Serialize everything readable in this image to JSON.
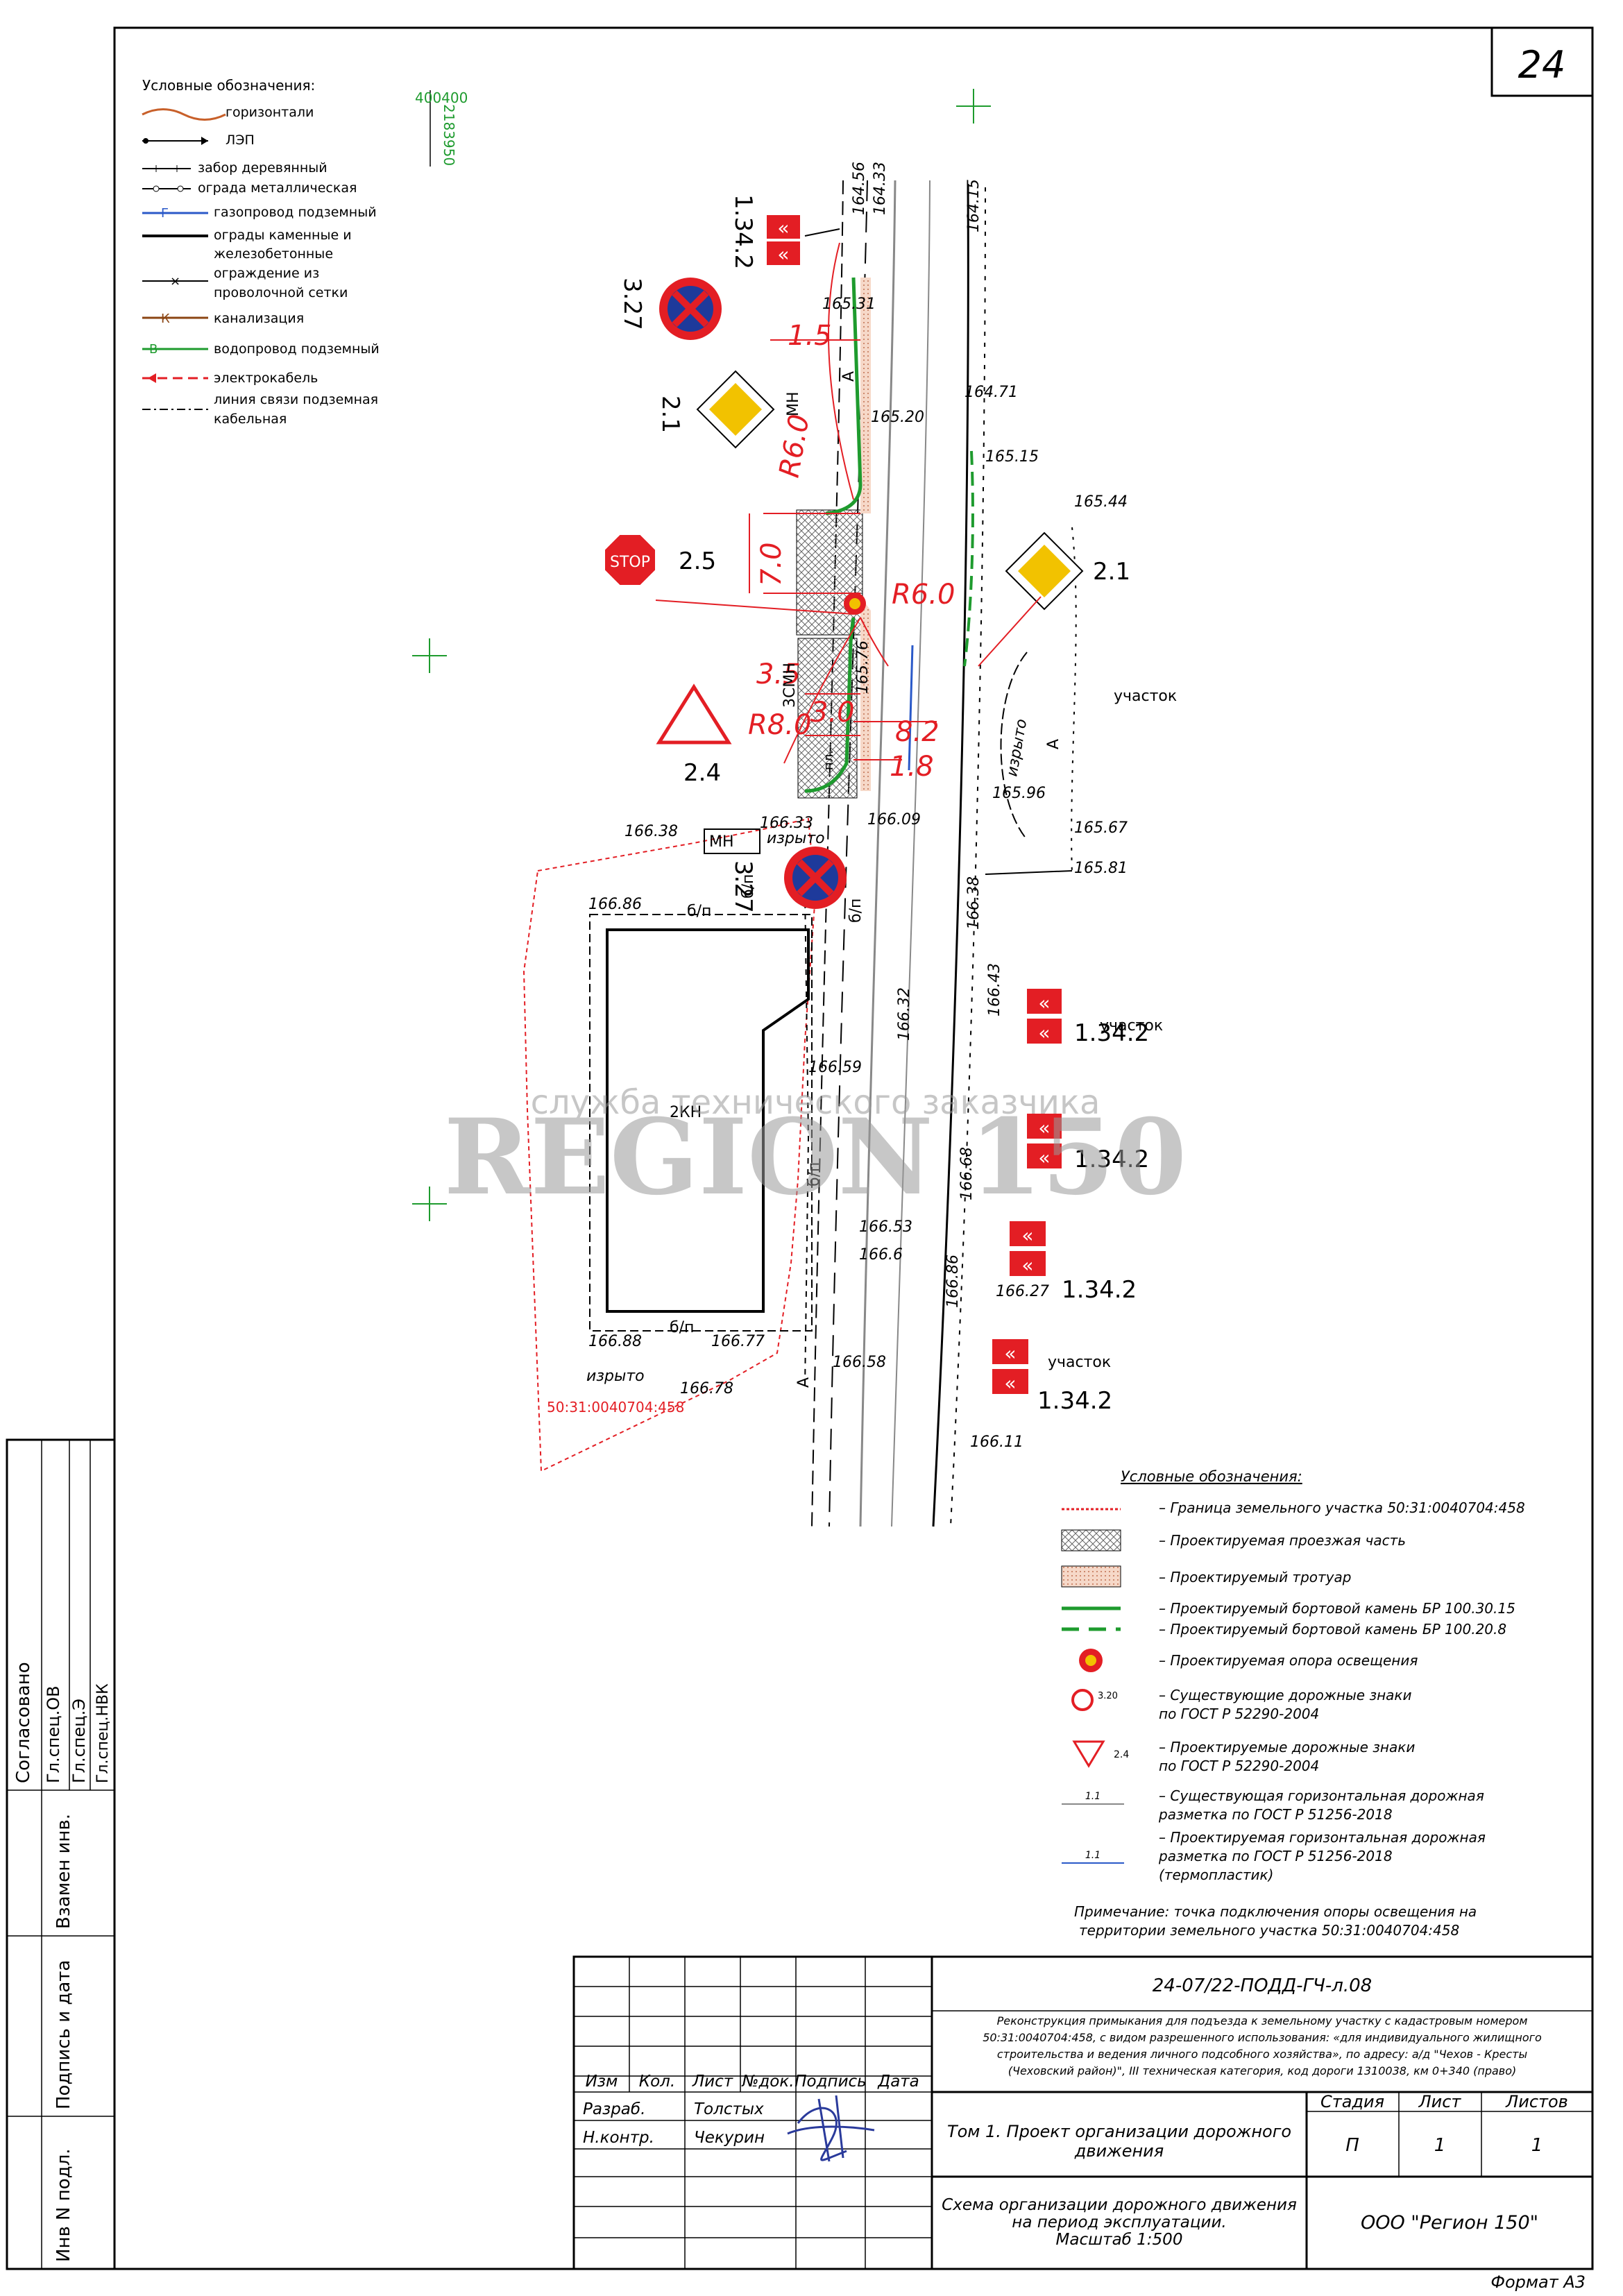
{
  "sheet_number": "24",
  "top_coords": [
    "400400",
    "2183950"
  ],
  "legend_top": {
    "title": "Условные обозначения:",
    "items": [
      {
        "label": "горизонтали"
      },
      {
        "label": "ЛЭП"
      },
      {
        "label": "забор деревянный"
      },
      {
        "label": "ограда металлическая"
      },
      {
        "label": "газопровод подземный",
        "mark": "Г"
      },
      {
        "label": "ограды каменные и",
        "label2": "железобетонные"
      },
      {
        "label": "ограждение из",
        "label2": "проволочной сетки"
      },
      {
        "label": "канализация",
        "mark": "К"
      },
      {
        "label": "водопровод подземный",
        "mark": "В"
      },
      {
        "label": "электрокабель"
      },
      {
        "label": "линия связи подземная",
        "label2": "кабельная"
      }
    ]
  },
  "signs": {
    "s1342_top": "1.34.2",
    "s327_top": "3.27",
    "s21_left": "2.1",
    "s25": "2.5",
    "stop": "STOP",
    "s24": "2.4",
    "s21_right": "2.1",
    "s327_mid": "3.27",
    "s1342_r1": "1.34.2",
    "s1342_r2": "1.34.2",
    "s1342_r3": "1.34.2",
    "s1342_r4": "1.34.2"
  },
  "dimensions": {
    "d15": "1.5",
    "r60_a": "R6.0",
    "d70": "7.0",
    "r60_b": "R6.0",
    "d35": "3.5",
    "d30": "3.0",
    "r80": "R8.0",
    "d82": "8.2",
    "d18": "1.8"
  },
  "elevations": [
    "164.56",
    "164.33",
    "164.15",
    "165.31",
    "164.71",
    "165.20",
    "165.15",
    "165.44",
    "165.76",
    "165.96",
    "165.67",
    "166.38",
    "166.33",
    "166.09",
    "165.81",
    "166.86",
    "166.38",
    "166.43",
    "166.32",
    "166.59",
    "166.53",
    "166.6",
    "166.68",
    "166.86",
    "166.27",
    "166.88",
    "166.77",
    "166.78",
    "166.58",
    "166.11"
  ],
  "labels": {
    "mn1": "МН",
    "zsmn": "3СМН",
    "mn2": "МН",
    "izryto1": "изрыто",
    "izryto2": "изрыто",
    "izryto3": "изрыто",
    "uchastok1": "участок",
    "uchastok2": "участок",
    "uchastok3": "участок",
    "kn": "2КН",
    "bp1": "б/п",
    "bp2": "б/п",
    "bp3": "б/п",
    "bp4": "б/п",
    "bp5": "б/п",
    "cadastral": "50:31:0040704:458",
    "pl": "пл.",
    "a1": "А",
    "a2": "А",
    "a3": "А"
  },
  "watermark": {
    "line1": "служба технического заказчика",
    "line2": "REGION 150"
  },
  "legend_bottom": {
    "title": "Условные обозначения:",
    "items": [
      "– Граница земельного участка 50:31:0040704:458",
      "– Проектируемая проезжая часть",
      "– Проектируемый тротуар",
      "– Проектируемый бортовой камень БР 100.30.15",
      "– Проектируемый бортовой камень БР 100.20.8",
      "– Проектируемая опора освещения",
      "– Существующие дорожные знаки",
      "по ГОСТ Р 52290-2004",
      "– Проектируемые дорожные знаки",
      "по ГОСТ Р 52290-2004",
      "– Существующая горизонтальная дорожная",
      "разметка по ГОСТ Р 51256-2018",
      "– Проектируемая горизонтальная дорожная",
      "разметка по ГОСТ Р 51256-2018",
      "(термопластик)"
    ],
    "sym_320": "3.20",
    "sym_24": "2.4",
    "sym_11a": "1.1",
    "sym_11b": "1.1",
    "note1": "Примечание: точка подключения опоры освещения на",
    "note2": "территории земельного участка 50:31:0040704:458"
  },
  "left_stamp": {
    "soglasovano": "Согласовано",
    "gl1": "Гл.спец.ОВ",
    "gl2": "Гл.спец.Э",
    "gl3": "Гл.спец.НВК",
    "vzam": "Взамен инв.",
    "podpis": "Подпись и дата",
    "inv": "Инв N подл."
  },
  "title_block": {
    "code": "24-07/22-ПОДД-ГЧ-л.08",
    "desc": [
      "Реконструкция примыкания для подъезда к земельному участку с кадастровым номером",
      "50:31:0040704:458, с видом разрешенного использования: «для индивидуального жилищного",
      "строительства и ведения личного подсобного хозяйства», по адресу: а/д \"Чехов - Кресты",
      "(Чеховский район)\", III техническая категория, код дороги 1310038, км 0+340 (право)"
    ],
    "hdr": [
      "Изм",
      "Кол.",
      "Лист",
      "№док.",
      "Подпись",
      "Дата"
    ],
    "razrab": "Разраб.",
    "razrab_name": "Толстых",
    "nkontr": "Н.контр.",
    "nkontr_name": "Чекурин",
    "volume": [
      "Том 1. Проект организации дорожного",
      "движения"
    ],
    "stage_h": "Стадия",
    "list_h": "Лист",
    "listov_h": "Листов",
    "stage": "П",
    "list": "1",
    "listov": "1",
    "scheme": [
      "Схема организации дорожного движения",
      "на период эксплуатации.",
      "Масштаб 1:500"
    ],
    "org": "ООО \"Регион 150\"",
    "format": "Формат А3"
  }
}
